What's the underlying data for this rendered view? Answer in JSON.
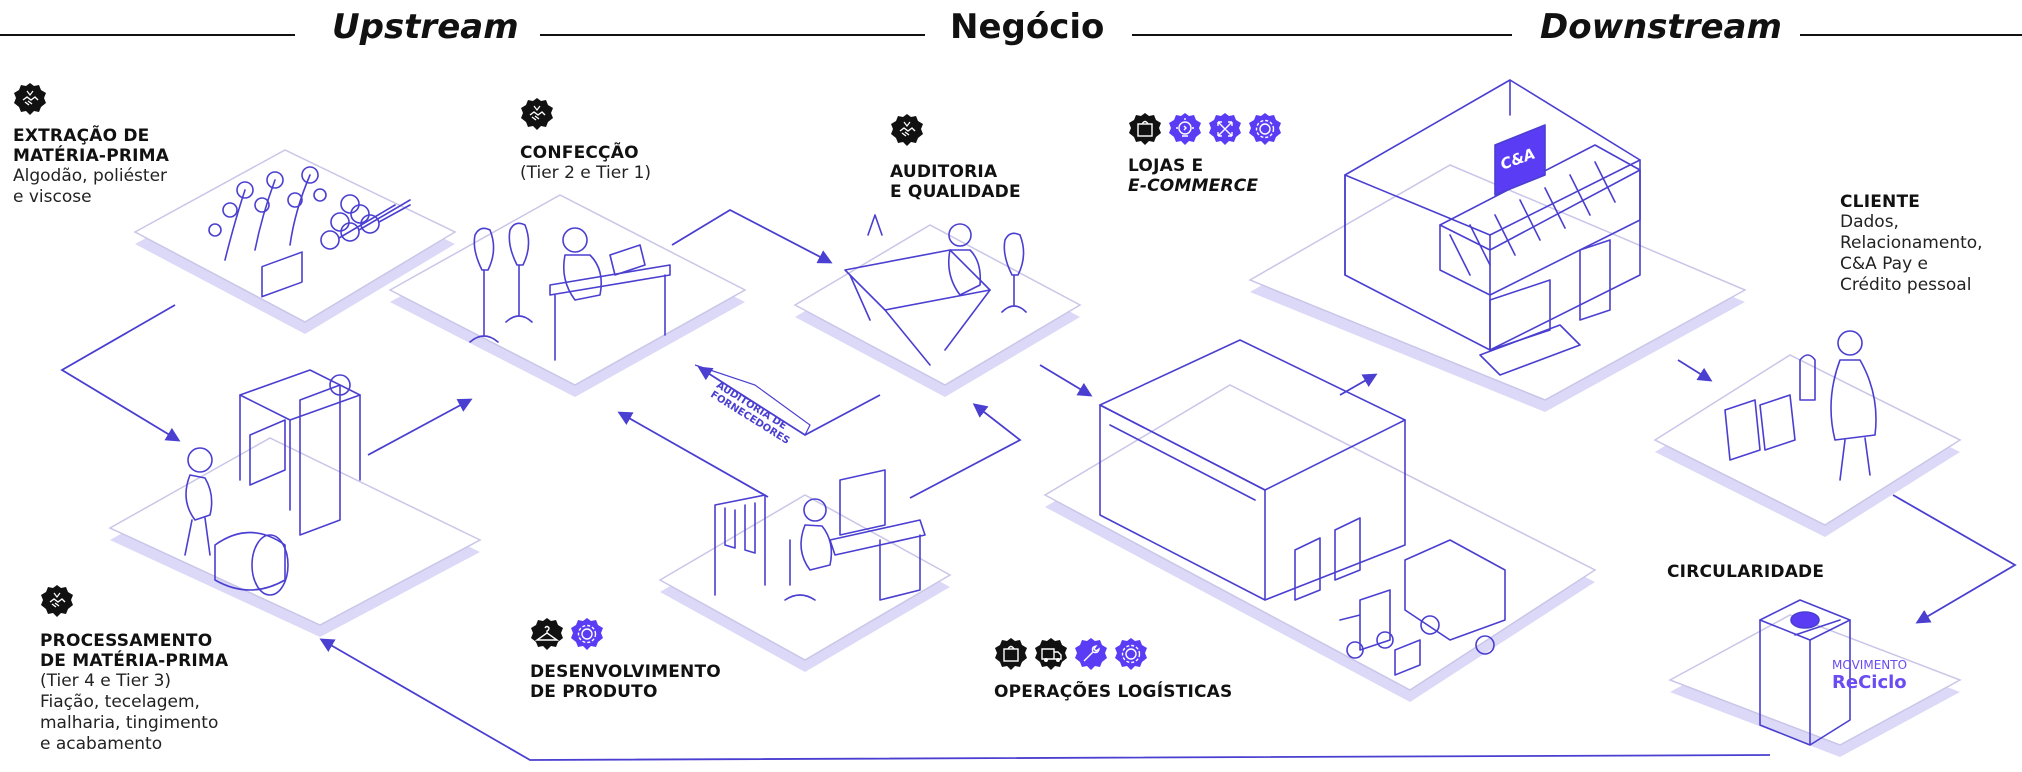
{
  "headers": {
    "upstream": "Upstream",
    "negocio": "Negócio",
    "downstream": "Downstream"
  },
  "stages": {
    "extracao": {
      "title_1": "EXTRAÇÃO DE",
      "title_2": "MATÉRIA-PRIMA",
      "desc_1": "Algodão, poliéster",
      "desc_2": "e viscose"
    },
    "confeccao": {
      "title": "CONFECÇÃO",
      "desc": "(Tier 2 e Tier 1)"
    },
    "auditoria": {
      "title_1": "AUDITORIA",
      "title_2": "E QUALIDADE"
    },
    "lojas": {
      "title_1": "LOJAS E",
      "title_2": "E-COMMERCE"
    },
    "cliente": {
      "title": "CLIENTE",
      "desc_1": "Dados,",
      "desc_2": "Relacionamento,",
      "desc_3": "C&A Pay e",
      "desc_4": "Crédito pessoal"
    },
    "processamento": {
      "title_1": "PROCESSAMENTO",
      "title_2": "DE MATÉRIA-PRIMA",
      "desc_1": "(Tier 4 e Tier 3)",
      "desc_2": "Fiação, tecelagem,",
      "desc_3": "malharia, tingimento",
      "desc_4": "e acabamento"
    },
    "desenvolvimento": {
      "title_1": "DESENVOLVIMENTO",
      "title_2": "DE PRODUTO"
    },
    "operacoes": {
      "title": "OPERAÇÕES LOGÍSTICAS"
    },
    "circularidade": {
      "title": "CIRCULARIDADE"
    }
  },
  "arrow_label": {
    "line_1": "AUDITORIA DE",
    "line_2": "FORNECEDORES"
  },
  "brand": {
    "store_logo": "C&A",
    "bin_line_1": "MOVIMENTO",
    "bin_line_2": "ReCiclo"
  },
  "icons": {
    "extracao": [
      "handshake-icon"
    ],
    "confeccao": [
      "handshake-icon"
    ],
    "auditoria": [
      "handshake-icon"
    ],
    "processamento": [
      "handshake-icon"
    ],
    "lojas": [
      "store-icon",
      "lightbulb-icon",
      "expand-icon",
      "gear-icon"
    ],
    "desenvolvimento": [
      "hanger-icon",
      "gear-icon"
    ],
    "operacoes": [
      "store-icon",
      "truck-icon",
      "wrench-icon",
      "gear-icon"
    ]
  },
  "colors": {
    "accent": "#5b3cf5",
    "line": "#4a3fd0",
    "shadow": "#d9d6f5",
    "black": "#111111"
  }
}
